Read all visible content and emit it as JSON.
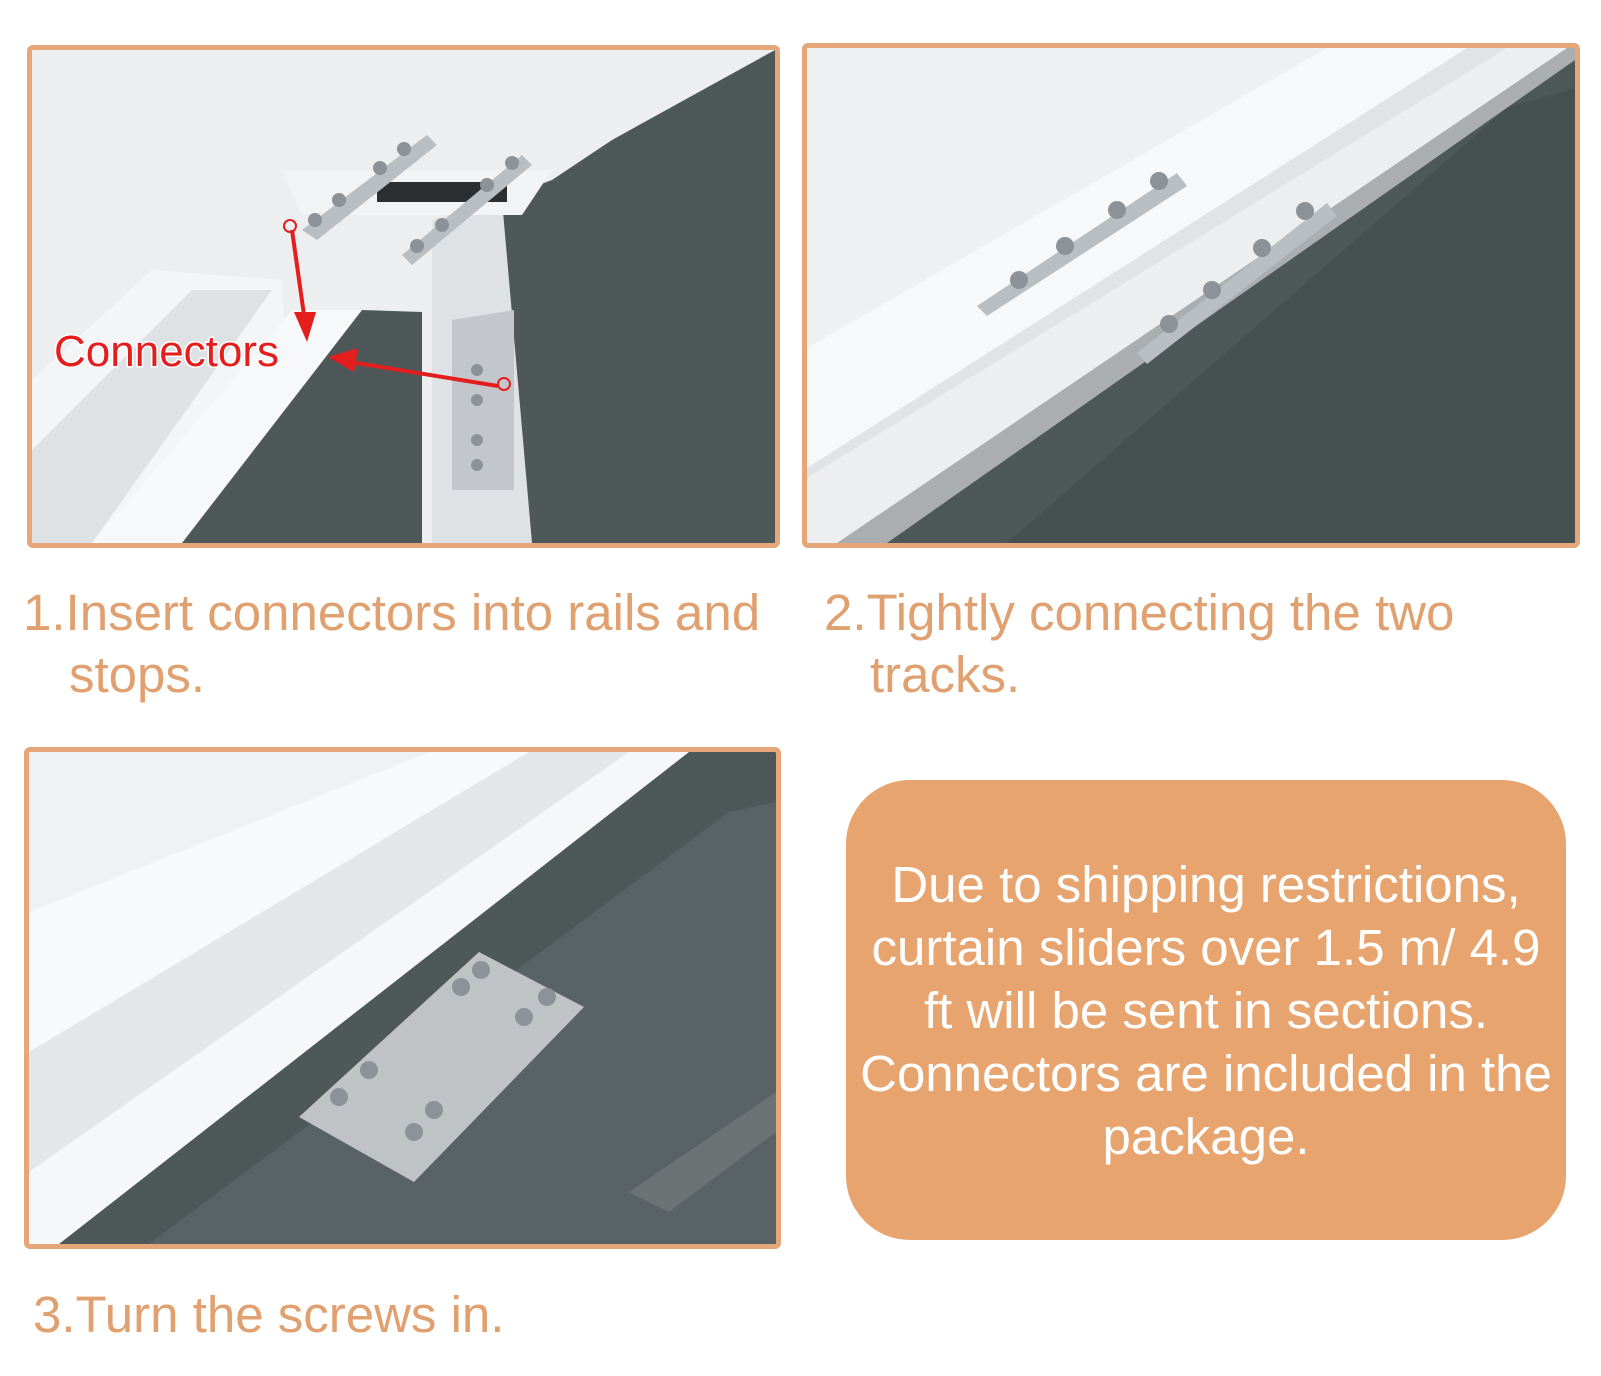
{
  "steps": [
    {
      "caption": "1.Insert connectors into rails and stops.",
      "callout_label": "Connectors"
    },
    {
      "caption": "2.Tightly connecting the two tracks."
    },
    {
      "caption": "3.Turn the screws in."
    }
  ],
  "notice": {
    "text": "Due to shipping restrictions, curtain sliders over 1.5 m/ 4.9 ft will be sent in sections. Connectors are included in the package."
  },
  "colors": {
    "accent_orange": "#e6a677",
    "caption_text": "#e0a06f",
    "notice_background": "#e8a46e",
    "callout_red": "#e41d1d",
    "rail_dark": "#4f5859"
  }
}
